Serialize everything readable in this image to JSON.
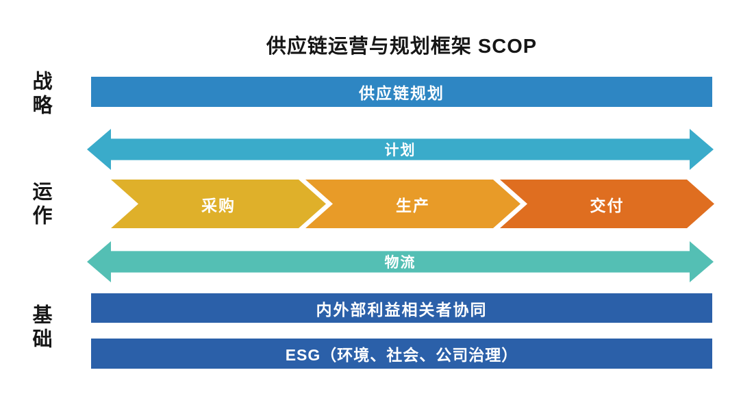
{
  "title": "供应链运营与规划框架 SCOP",
  "row_labels": {
    "strategy": "战略",
    "operation": "运作",
    "foundation": "基础"
  },
  "bands": {
    "planning_bar": {
      "label": "供应链规划",
      "color": "#2E86C3"
    },
    "plan_arrow": {
      "label": "计划",
      "color": "#3AABCA"
    },
    "chevrons": [
      {
        "label": "采购",
        "color": "#DFB02A"
      },
      {
        "label": "生产",
        "color": "#E89B28"
      },
      {
        "label": "交付",
        "color": "#DF6E20"
      }
    ],
    "logistics_arrow": {
      "label": "物流",
      "color": "#54BFB4"
    },
    "stakeholder_bar": {
      "label": "内外部利益相关者协同",
      "color": "#2B60A9"
    },
    "esg_bar": {
      "label": "ESG（环境、社会、公司治理）",
      "color": "#2B60A9"
    }
  }
}
